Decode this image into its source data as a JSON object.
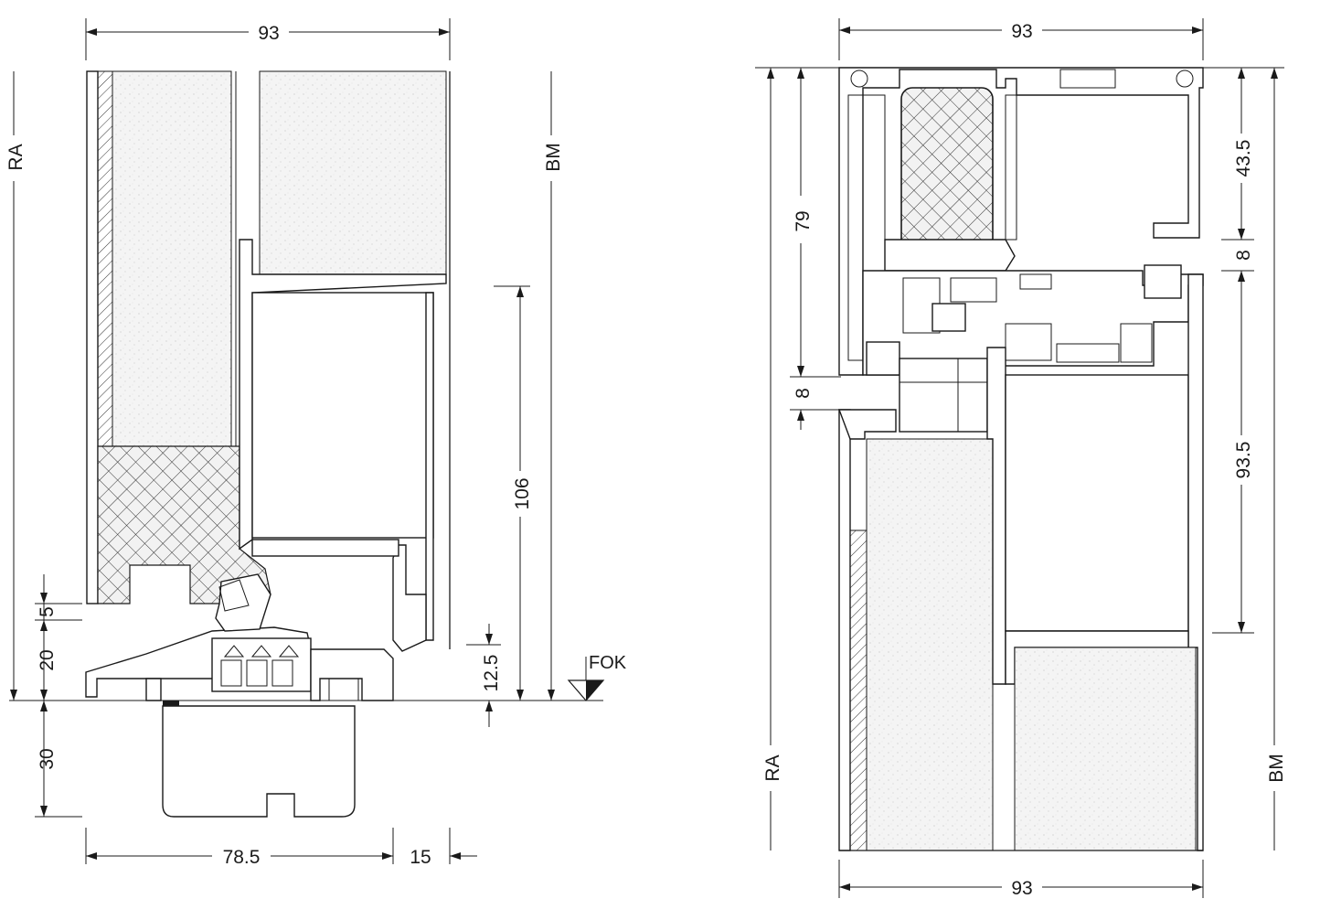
{
  "left_section": {
    "dims": {
      "top_width": "93",
      "ra": "RA",
      "bm": "BM",
      "height_106": "106",
      "d5": "5",
      "d20": "20",
      "d30": "30",
      "d12_5": "12.5",
      "bottom_78_5": "78.5",
      "bottom_15": "15"
    },
    "fok_label": "FOK"
  },
  "right_section": {
    "dims": {
      "top_width": "93",
      "bottom_width": "93",
      "ra": "RA",
      "bm": "BM",
      "d79": "79",
      "d8_left": "8",
      "d43_5": "43.5",
      "d8_right": "8",
      "d93_5": "93.5"
    }
  }
}
